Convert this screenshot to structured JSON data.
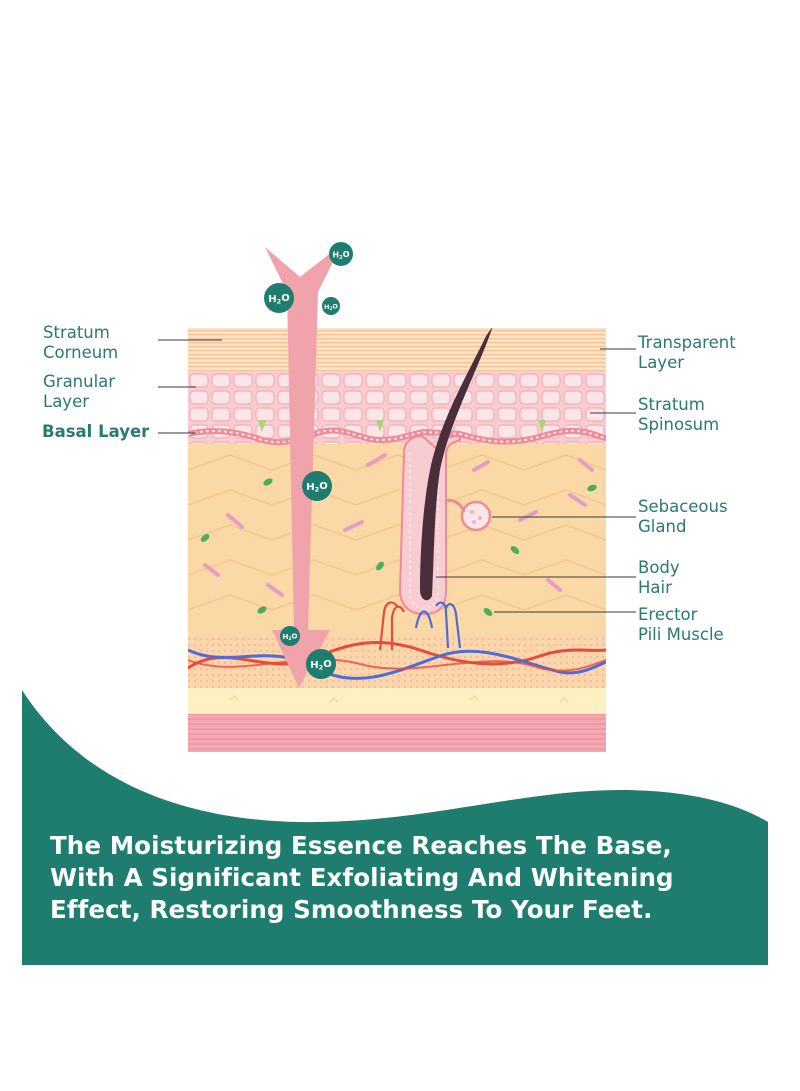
{
  "labels": {
    "stratum_corneum": [
      "Stratum",
      "Corneum"
    ],
    "granular_layer": [
      "Granular",
      "Layer"
    ],
    "basal_layer": "Basal Layer",
    "transparent_layer": [
      "Transparent",
      "Layer"
    ],
    "stratum_spinosum": [
      "Stratum",
      "Spinosum"
    ],
    "sebaceous_gland": [
      "Sebaceous",
      "Gland"
    ],
    "body_hair": [
      "Body",
      "Hair"
    ],
    "erector_pili_muscle": [
      "Erector",
      "Pili Muscle"
    ]
  },
  "molecule_label": "H2O",
  "headline": [
    "The Moisturizing Essence Reaches The Base,",
    "With A Significant Exfoliating And Whitening",
    "Effect, Restoring Smoothness To Your Feet."
  ],
  "colors": {
    "teal": "#1f7d6f",
    "label_text": "#2a7a6e",
    "arrow_pink": "#f1a3ab",
    "skin_pink": "#f3a7b1",
    "dermis": "#fbd9a6",
    "hair": "#4a2f3b"
  }
}
